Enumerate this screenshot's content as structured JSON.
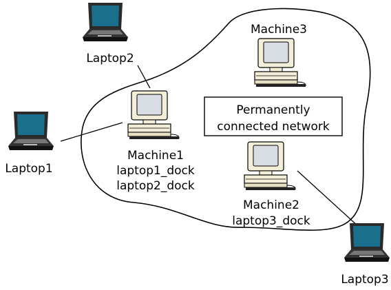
{
  "nodes": {
    "laptop2": {
      "lines": [
        "Laptop2"
      ]
    },
    "laptop1": {
      "lines": [
        "Laptop1"
      ]
    },
    "laptop3": {
      "lines": [
        "Laptop3"
      ]
    },
    "machine3": {
      "lines": [
        "Machine3"
      ]
    },
    "machine1": {
      "lines": [
        "Machine1",
        "laptop1_dock",
        "laptop2_dock"
      ]
    },
    "machine2": {
      "lines": [
        "Machine2",
        "laptop3_dock"
      ]
    }
  },
  "network_box": {
    "lines": [
      "Permanently",
      "connected network"
    ]
  },
  "icons": {
    "laptop": "laptop-icon",
    "desktop": "desktop-computer-icon"
  },
  "colors": {
    "laptop_screen": "#1a6f8c",
    "laptop_body": "#2a2a2a",
    "monitor_case": "#f3eed8",
    "monitor_screen": "#d7dde3",
    "outline": "#000000"
  }
}
